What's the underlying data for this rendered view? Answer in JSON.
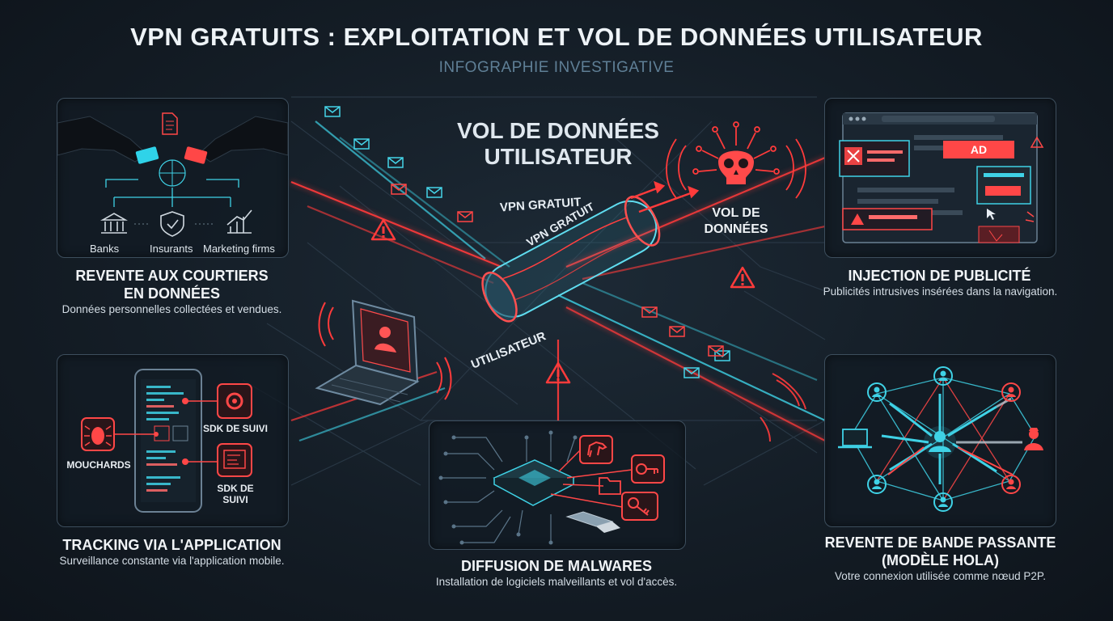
{
  "header": {
    "title": "VPN GRATUITS : EXPLOITATION ET VOL DE DONNÉES UTILISATEUR",
    "subtitle": "INFOGRAPHIE INVESTIGATIVE"
  },
  "center": {
    "title_line1": "VOL DE DONNÉES",
    "title_line2": "UTILISATEUR",
    "vpn_label": "VPN GRATUIT",
    "tube_label": "VPN GRATUIT",
    "user_label": "UTILISATEUR",
    "theft_line1": "VOL DE",
    "theft_line2": "DONNÉES"
  },
  "panels": {
    "brokers": {
      "labels": [
        "Banks",
        "Insurants",
        "Marketing firms"
      ],
      "title_line1": "REVENTE AUX COURTIERS",
      "title_line2": "EN DONNÉES",
      "desc": "Données personnelles collectées et vendues."
    },
    "ads": {
      "ad_label": "AD",
      "title": "INJECTION DE PUBLICITÉ",
      "desc": "Publicités intrusives insérées dans la navigation."
    },
    "tracking": {
      "label_trackers": "MOUCHARDS",
      "label_sdk1": "SDK DE SUIVI",
      "label_sdk2_line1": "SDK DE",
      "label_sdk2_line2": "SUIVI",
      "title": "TRACKING VIA L'APPLICATION",
      "desc": "Surveillance constante via l'application mobile."
    },
    "malware": {
      "title": "DIFFUSION DE MALWARES",
      "desc": "Installation de logiciels malveillants et vol d'accès."
    },
    "bandwidth": {
      "title_line1": "REVENTE DE BANDE PASSANTE",
      "title_line2": "(MODÈLE HOLA)",
      "desc": "Votre connexion utilisée comme nœud P2P."
    }
  },
  "colors": {
    "accent_red": "#ff3b3b",
    "accent_cyan": "#38d6ea",
    "panel_border": "#3d4e5d"
  }
}
